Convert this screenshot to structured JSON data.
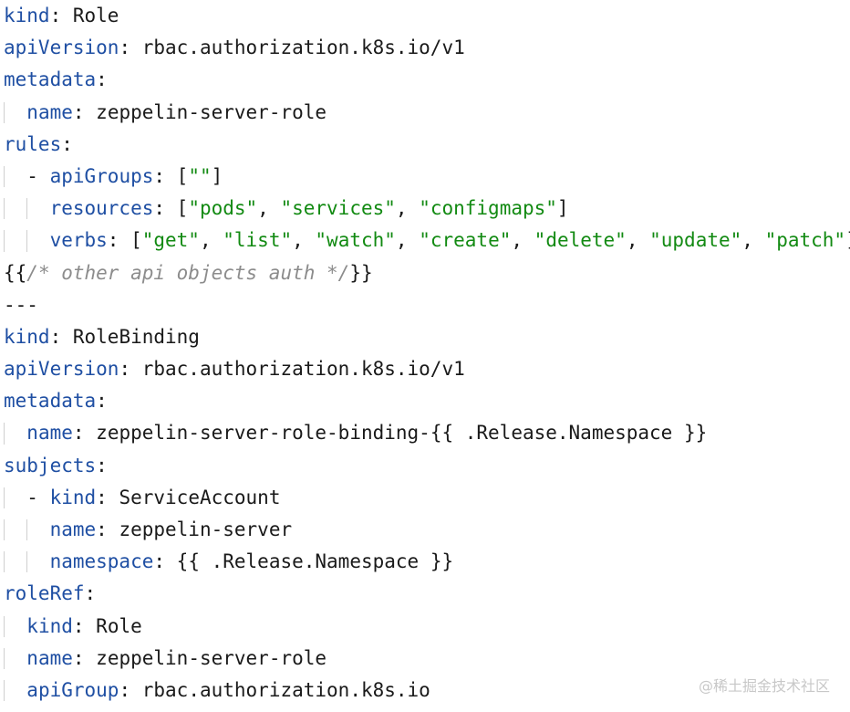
{
  "colors": {
    "key": "#1f4fa3",
    "string": "#128a12",
    "text": "#1a1a1a",
    "comment": "#8c8c8c",
    "guide": "#d0d0d0",
    "background": "#ffffff"
  },
  "watermark": "@稀土掘金技术社区",
  "lines": [
    [
      {
        "t": "key",
        "v": "kind"
      },
      {
        "t": "punc",
        "v": ": "
      },
      {
        "t": "val",
        "v": "Role"
      }
    ],
    [
      {
        "t": "key",
        "v": "apiVersion"
      },
      {
        "t": "punc",
        "v": ": "
      },
      {
        "t": "val",
        "v": "rbac.authorization.k8s.io/v1"
      }
    ],
    [
      {
        "t": "key",
        "v": "metadata"
      },
      {
        "t": "punc",
        "v": ":"
      }
    ],
    [
      {
        "t": "ind",
        "v": "  "
      },
      {
        "t": "key",
        "v": "name"
      },
      {
        "t": "punc",
        "v": ": "
      },
      {
        "t": "val",
        "v": "zeppelin-server-role"
      }
    ],
    [
      {
        "t": "key",
        "v": "rules"
      },
      {
        "t": "punc",
        "v": ":"
      }
    ],
    [
      {
        "t": "ind",
        "v": "  "
      },
      {
        "t": "punc",
        "v": "- "
      },
      {
        "t": "key",
        "v": "apiGroups"
      },
      {
        "t": "punc",
        "v": ": ["
      },
      {
        "t": "str",
        "v": "\"\""
      },
      {
        "t": "punc",
        "v": "]"
      }
    ],
    [
      {
        "t": "ind",
        "v": "    "
      },
      {
        "t": "key",
        "v": "resources"
      },
      {
        "t": "punc",
        "v": ": ["
      },
      {
        "t": "str",
        "v": "\"pods\""
      },
      {
        "t": "punc",
        "v": ", "
      },
      {
        "t": "str",
        "v": "\"services\""
      },
      {
        "t": "punc",
        "v": ", "
      },
      {
        "t": "str",
        "v": "\"configmaps\""
      },
      {
        "t": "punc",
        "v": "]"
      }
    ],
    [
      {
        "t": "ind",
        "v": "    "
      },
      {
        "t": "key",
        "v": "verbs"
      },
      {
        "t": "punc",
        "v": ": ["
      },
      {
        "t": "str",
        "v": "\"get\""
      },
      {
        "t": "punc",
        "v": ", "
      },
      {
        "t": "str",
        "v": "\"list\""
      },
      {
        "t": "punc",
        "v": ", "
      },
      {
        "t": "str",
        "v": "\"watch\""
      },
      {
        "t": "punc",
        "v": ", "
      },
      {
        "t": "str",
        "v": "\"create\""
      },
      {
        "t": "punc",
        "v": ", "
      },
      {
        "t": "str",
        "v": "\"delete\""
      },
      {
        "t": "punc",
        "v": ", "
      },
      {
        "t": "str",
        "v": "\"update\""
      },
      {
        "t": "punc",
        "v": ", "
      },
      {
        "t": "str",
        "v": "\"patch\""
      },
      {
        "t": "punc",
        "v": "]"
      }
    ],
    [
      {
        "t": "tmpl",
        "v": "{{"
      },
      {
        "t": "comment",
        "v": "/* other api objects auth */"
      },
      {
        "t": "tmpl",
        "v": "}}"
      }
    ],
    [
      {
        "t": "punc",
        "v": "---"
      }
    ],
    [
      {
        "t": "key",
        "v": "kind"
      },
      {
        "t": "punc",
        "v": ": "
      },
      {
        "t": "val",
        "v": "RoleBinding"
      }
    ],
    [
      {
        "t": "key",
        "v": "apiVersion"
      },
      {
        "t": "punc",
        "v": ": "
      },
      {
        "t": "val",
        "v": "rbac.authorization.k8s.io/v1"
      }
    ],
    [
      {
        "t": "key",
        "v": "metadata"
      },
      {
        "t": "punc",
        "v": ":"
      }
    ],
    [
      {
        "t": "ind",
        "v": "  "
      },
      {
        "t": "key",
        "v": "name"
      },
      {
        "t": "punc",
        "v": ": "
      },
      {
        "t": "val",
        "v": "zeppelin-server-role-binding-{{ .Release.Namespace }}"
      }
    ],
    [
      {
        "t": "key",
        "v": "subjects"
      },
      {
        "t": "punc",
        "v": ":"
      }
    ],
    [
      {
        "t": "ind",
        "v": "  "
      },
      {
        "t": "punc",
        "v": "- "
      },
      {
        "t": "key",
        "v": "kind"
      },
      {
        "t": "punc",
        "v": ": "
      },
      {
        "t": "val",
        "v": "ServiceAccount"
      }
    ],
    [
      {
        "t": "ind",
        "v": "    "
      },
      {
        "t": "key",
        "v": "name"
      },
      {
        "t": "punc",
        "v": ": "
      },
      {
        "t": "val",
        "v": "zeppelin-server"
      }
    ],
    [
      {
        "t": "ind",
        "v": "    "
      },
      {
        "t": "key",
        "v": "namespace"
      },
      {
        "t": "punc",
        "v": ": "
      },
      {
        "t": "val",
        "v": "{{ .Release.Namespace }}"
      }
    ],
    [
      {
        "t": "key",
        "v": "roleRef"
      },
      {
        "t": "punc",
        "v": ":"
      }
    ],
    [
      {
        "t": "ind",
        "v": "  "
      },
      {
        "t": "key",
        "v": "kind"
      },
      {
        "t": "punc",
        "v": ": "
      },
      {
        "t": "val",
        "v": "Role"
      }
    ],
    [
      {
        "t": "ind",
        "v": "  "
      },
      {
        "t": "key",
        "v": "name"
      },
      {
        "t": "punc",
        "v": ": "
      },
      {
        "t": "val",
        "v": "zeppelin-server-role"
      }
    ],
    [
      {
        "t": "ind",
        "v": "  "
      },
      {
        "t": "key",
        "v": "apiGroup"
      },
      {
        "t": "punc",
        "v": ": "
      },
      {
        "t": "val",
        "v": "rbac.authorization.k8s.io"
      }
    ]
  ]
}
